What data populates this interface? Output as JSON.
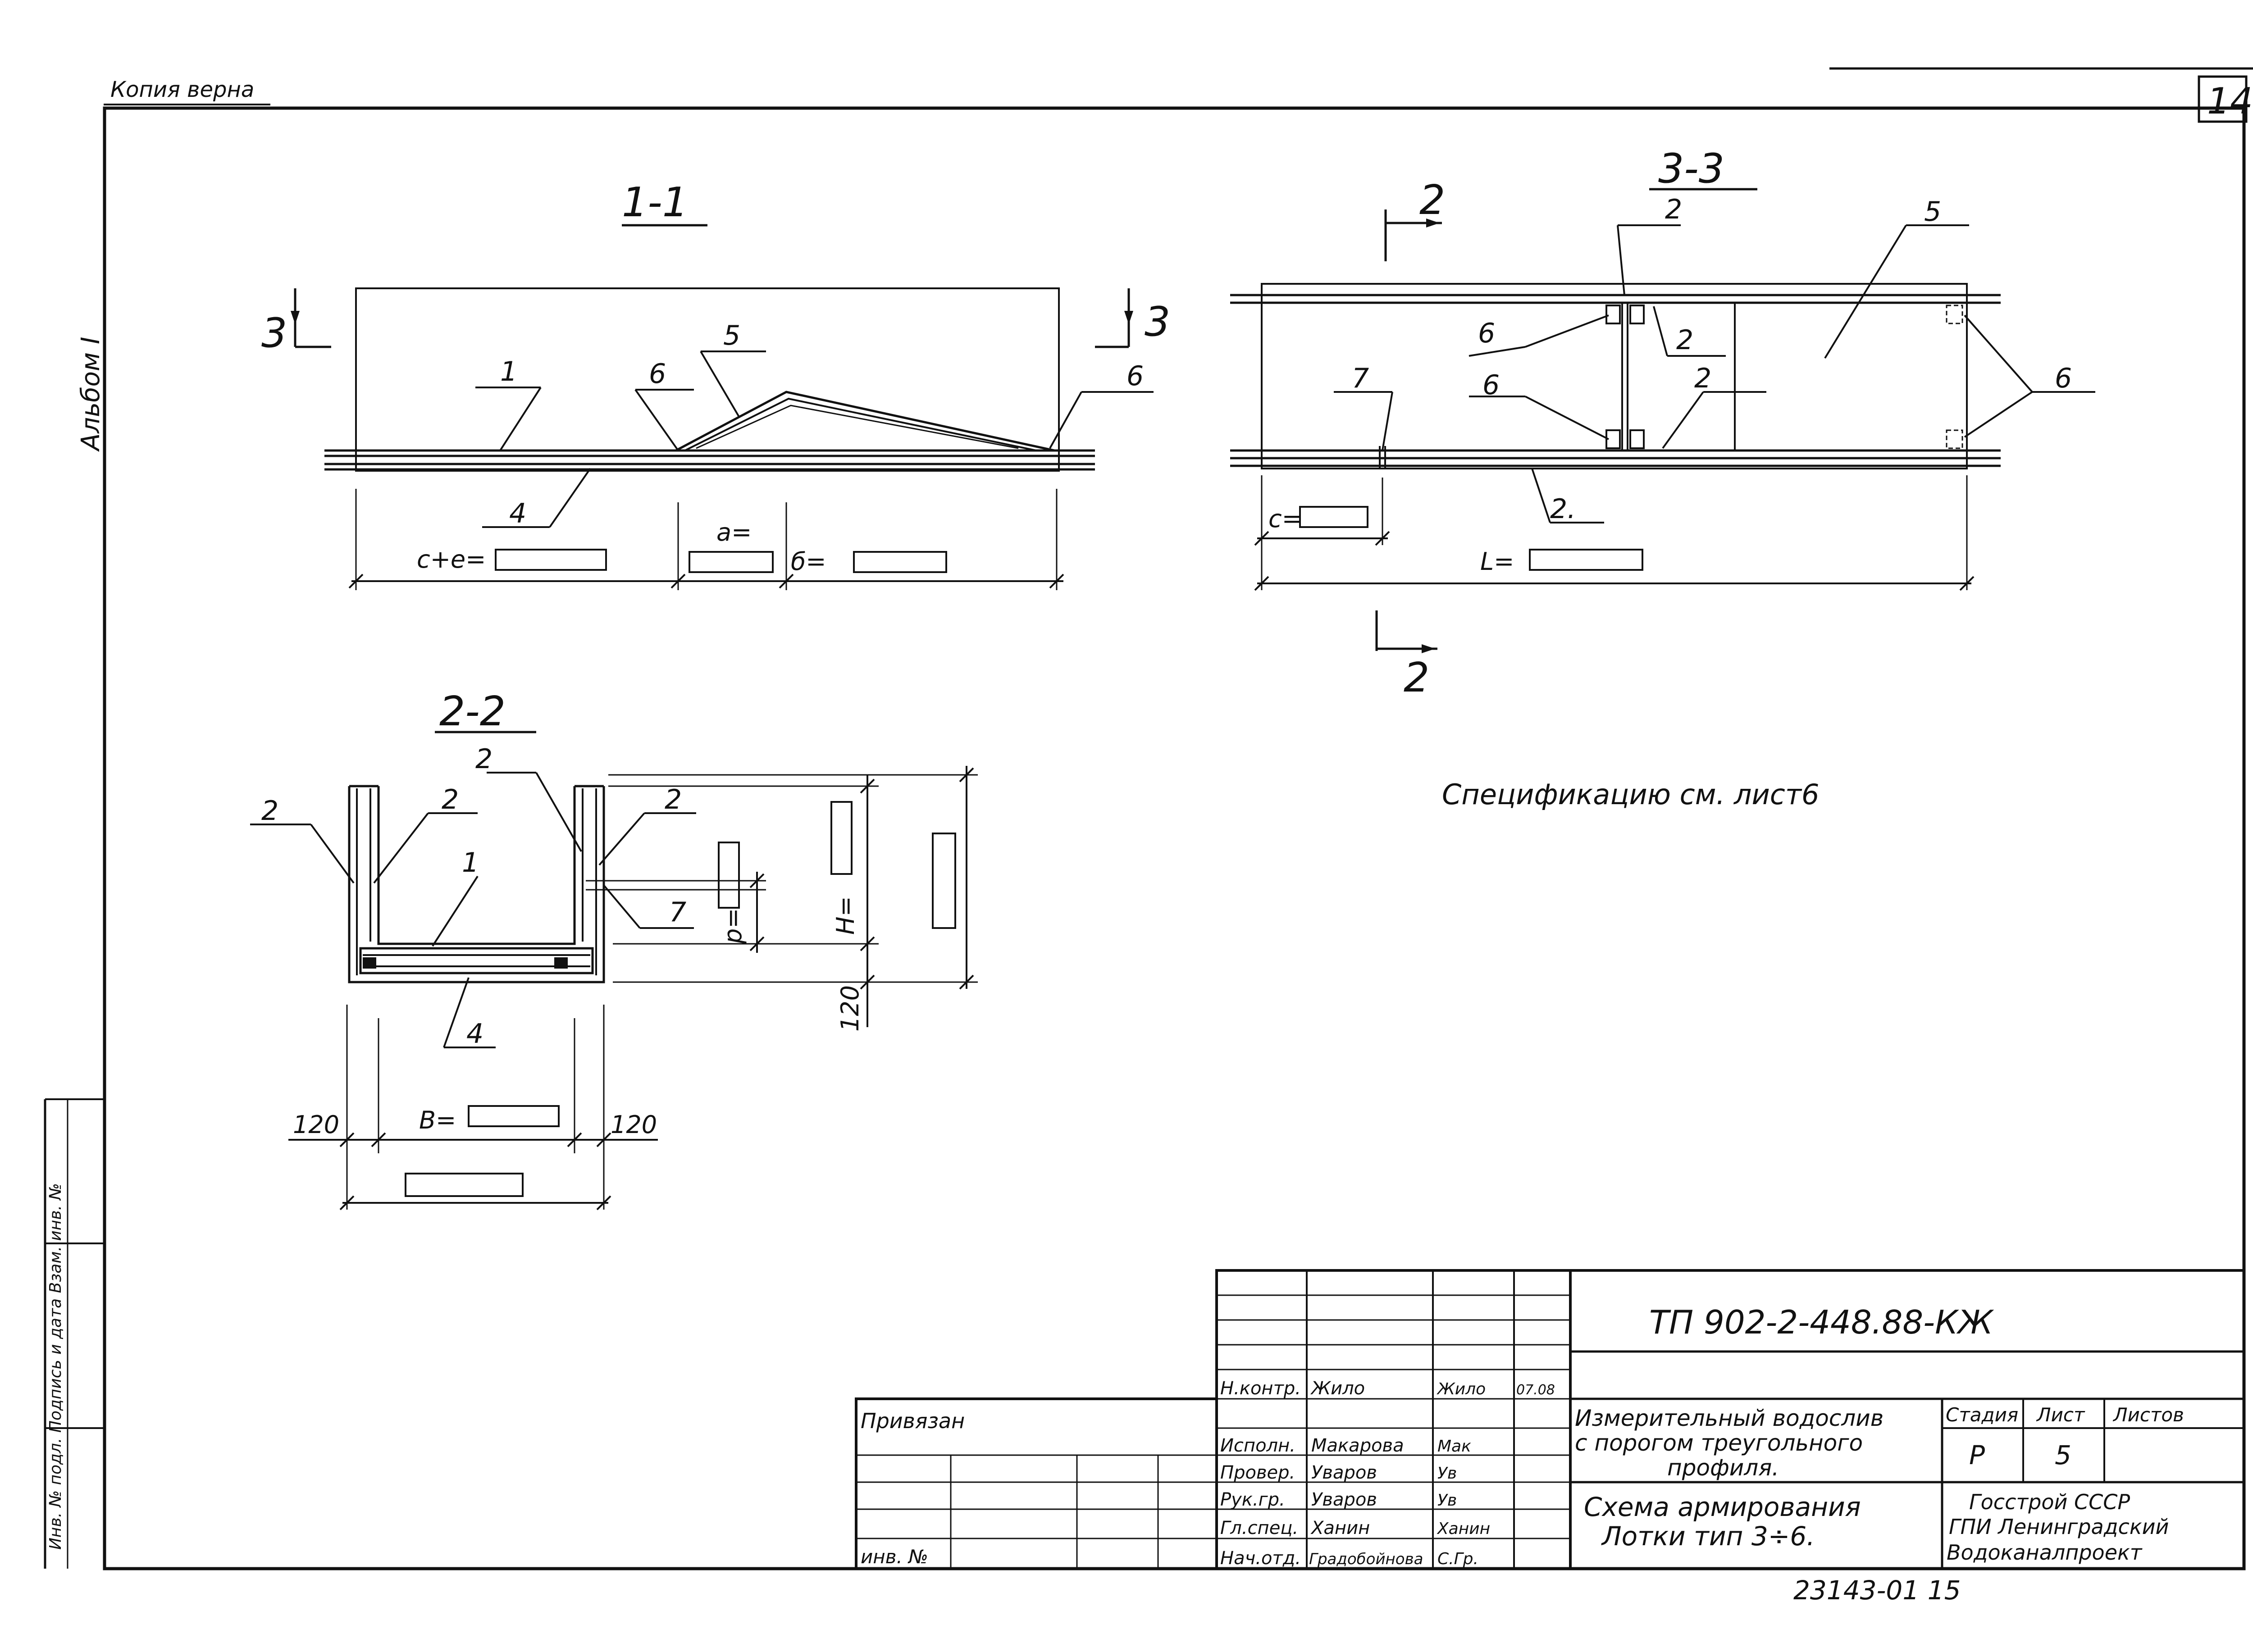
{
  "header": {
    "copy_note": "Копия верна",
    "sheet_number": "14",
    "album": "Альбом I"
  },
  "section_1_1": {
    "title": "1-1",
    "cut_mark": "3",
    "labels": [
      "1",
      "4",
      "5",
      "6",
      "6"
    ],
    "dim_c_plus_e": "с+е=",
    "dim_a": "а=",
    "dim_b": "б="
  },
  "section_3_3": {
    "title": "3-3",
    "cut_mark": "2",
    "labels": [
      "2",
      "2",
      "2",
      "2.",
      "5",
      "6",
      "6",
      "6",
      "7"
    ],
    "dim_c": "с=",
    "dim_L": "L="
  },
  "section_2_2": {
    "title": "2-2",
    "labels": [
      "2",
      "2",
      "2",
      "2",
      "1",
      "7",
      "4"
    ],
    "dim_H": "Н=",
    "dim_p": "р=",
    "dim_B": "В=",
    "dim_120": "120"
  },
  "note": "Спецификацию см. лист6",
  "left_strip": {
    "text": "Инв. № подл.   Подпись и дата   Взам. инв. №"
  },
  "title_block": {
    "doc_code": "ТП 902-2-448.88-КЖ",
    "privyazan": "Привязан",
    "inv_no": "инв. №",
    "signers": [
      {
        "role": "Н.контр.",
        "name": "Жило",
        "sign": "Жило",
        "date": "07.08"
      },
      {
        "role": "Исполн.",
        "name": "Макарова",
        "sign": "Мак",
        "date": ""
      },
      {
        "role": "Провер.",
        "name": "Уваров",
        "sign": "Ув",
        "date": ""
      },
      {
        "role": "Рук.гр.",
        "name": "Уваров",
        "sign": "Ув",
        "date": ""
      },
      {
        "role": "Гл.спец.",
        "name": "Ханин",
        "sign": "Ханин",
        "date": ""
      },
      {
        "role": "Нач.отд.",
        "name": "Градобойнова",
        "sign": "С.Гр.",
        "date": ""
      }
    ],
    "object_name_1": "Измерительный водослив",
    "object_name_2": "с порогом треугольного",
    "object_name_3": "профиля.",
    "drawing_name_1": "Схема армирования",
    "drawing_name_2": "Лотки тип 3÷6.",
    "stage_label": "Стадия",
    "sheet_label": "Лист",
    "sheets_label": "Листов",
    "stage_value": "Р",
    "sheet_value": "5",
    "org_1": "Госстрой СССР",
    "org_2": "ГПИ Ленинградский",
    "org_3": "Водоканалпроект",
    "archive_no": "23143-01   15"
  }
}
